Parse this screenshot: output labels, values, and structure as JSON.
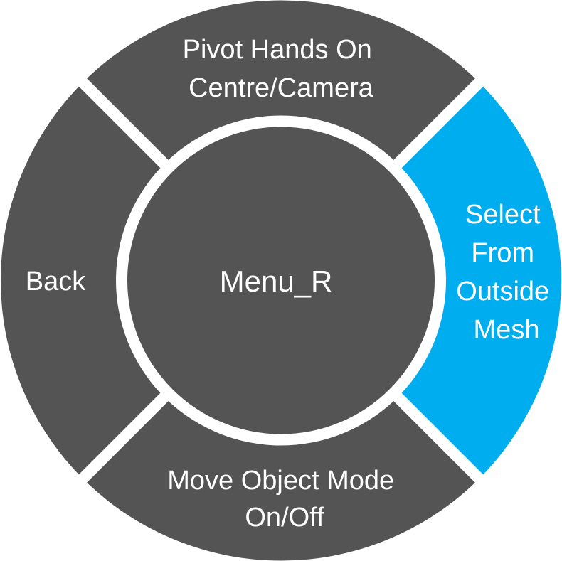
{
  "menu": {
    "center_label": "Menu_R",
    "segments": {
      "top": {
        "lines": [
          "Pivot Hands On",
          "Centre/Camera"
        ],
        "highlighted": false
      },
      "right": {
        "lines": [
          "Select",
          "From",
          "Outside",
          "Mesh"
        ],
        "highlighted": true
      },
      "bottom": {
        "lines": [
          "Move Object Mode",
          "On/Off"
        ],
        "highlighted": false
      },
      "left": {
        "lines": [
          "Back"
        ],
        "highlighted": false
      }
    }
  },
  "colors": {
    "segment": "#545454",
    "highlight": "#00adee",
    "center": "#545454",
    "gap": "#ffffff",
    "text": "#ffffff"
  }
}
